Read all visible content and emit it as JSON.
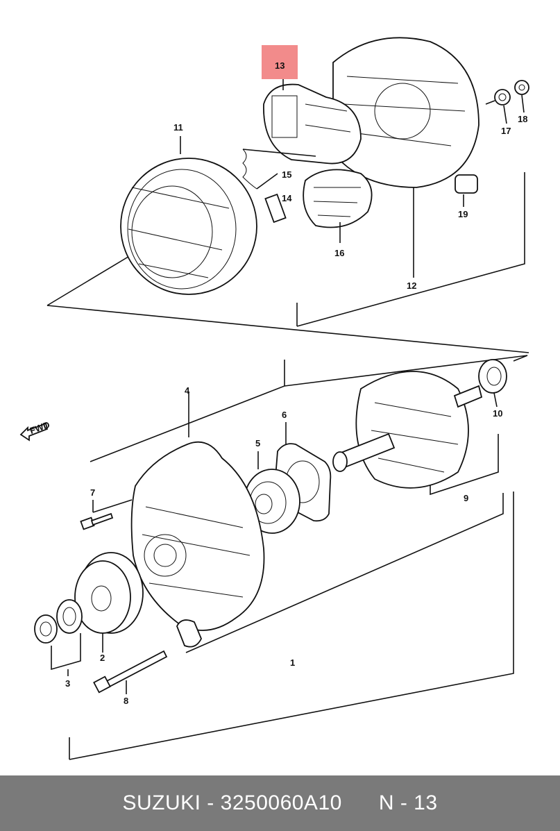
{
  "callouts": {
    "c1": "1",
    "c2": "2",
    "c3": "3",
    "c4": "4",
    "c5": "5",
    "c6": "6",
    "c7": "7",
    "c8": "8",
    "c9": "9",
    "c10": "10",
    "c11": "11",
    "c12": "12",
    "c13": "13",
    "c14": "14",
    "c15": "15",
    "c16": "16",
    "c17": "17",
    "c18": "18",
    "c19": "19"
  },
  "highlight": {
    "callout": "13",
    "color": "#f28b8b"
  },
  "footer": {
    "brand": "SUZUKI",
    "sep1": " - ",
    "part_number": "3250060A10",
    "ref_label": "N",
    "sep2": " - ",
    "ref_number": "13"
  },
  "colors": {
    "footer_bg": "#7a7a7a",
    "footer_text": "#ffffff",
    "ink": "#111111"
  }
}
